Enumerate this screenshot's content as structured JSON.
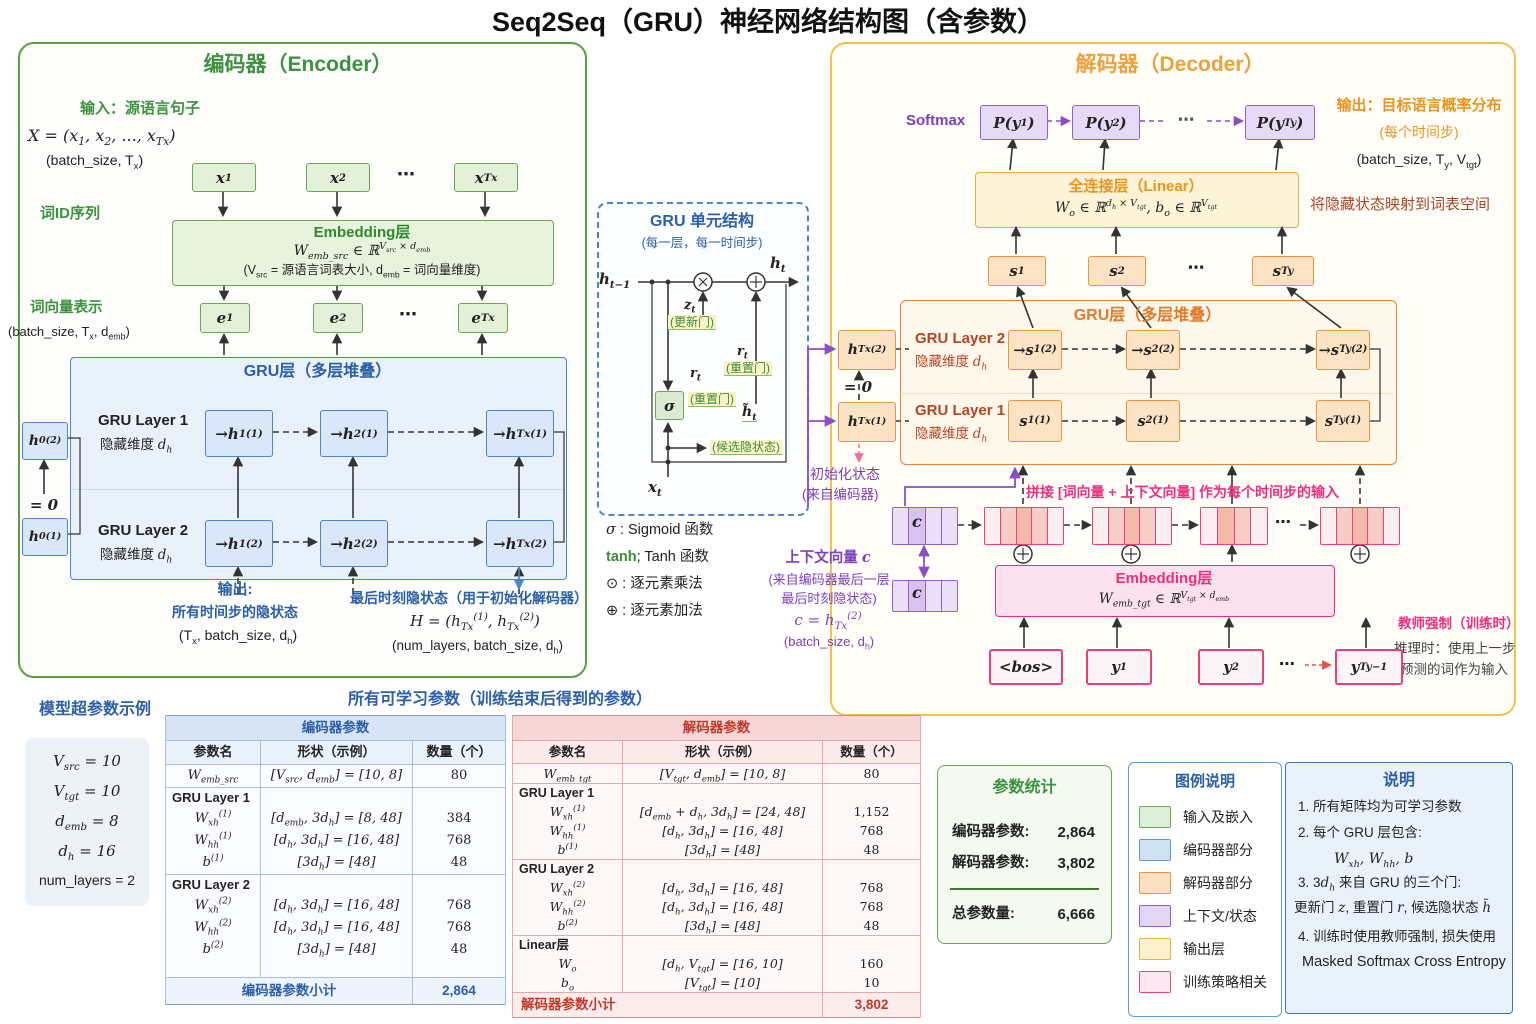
{
  "misc": {
    "dots": "⋯"
  },
  "title": "Seq2Seq（GRU）神经网络结构图（含参数）",
  "encoder": {
    "title": "编码器（Encoder）",
    "input_label": "输入：源语言句子",
    "input_formula": "X = (x<sub>1</sub>, x<sub>2</sub>, ..., x<sub>Tx</sub>)",
    "input_shape": "(batch_size, T<sub>x</sub>)",
    "word_id_label": "词ID序列",
    "x_boxes": [
      "x<sub>1</sub>",
      "x<sub>2</sub>",
      "x<sub>Tx</sub>"
    ],
    "embedding_title": "Embedding层",
    "embedding_formula": "W<sub>emb_src</sub> ∈ ℝ<sup>V<sub>src</sub> × d<sub>emb</sub></sup>",
    "embedding_note": "(V<sub>src</sub> = 源语言词表大小, d<sub>emb</sub> = 词向量维度)",
    "wordvec_label": "词向量表示",
    "wordvec_shape": "(batch_size, T<sub>x</sub>, d<sub>emb</sub>)",
    "e_boxes": [
      "e<sub>1</sub>",
      "e<sub>2</sub>",
      "e<sub>Tx</sub>"
    ],
    "gru_title": "GRU层（多层堆叠）",
    "layer1_label": "GRU Layer 1",
    "layer1_dim": "隐藏维度 <span class='m'>d<sub>h</sub></span>",
    "layer2_label": "GRU Layer 2",
    "layer2_dim": "隐藏维度 <span class='m'>d<sub>h</sub></span>",
    "row1": [
      "→h<sub>1</sub><sup>(1)</sup>",
      "→h<sub>2</sub><sup>(1)</sup>",
      "→h<sub>Tx</sub><sup>(1)</sup>"
    ],
    "row2": [
      "→h<sub>1</sub><sup>(2)</sup>",
      "→h<sub>2</sub><sup>(2)</sup>",
      "→h<sub>Tx</sub><sup>(2)</sup>"
    ],
    "h0_top": "h<sub>0</sub><sup>(2)</sup>",
    "zero": "= 0",
    "h0_bottom": "h<sub>0</sub><sup>(1)</sup>",
    "output_title": "输出:",
    "output_line": "所有时间步的隐状态",
    "output_shape": "(T<sub>x</sub>, batch_size, d<sub>h</sub>)",
    "final_label": "最后时刻隐状态（用于初始化解码器）",
    "final_formula": "H = (h<sub>Tx</sub><sup>(1)</sup>, h<sub>Tx</sub><sup>(2)</sup>)",
    "final_shape": "(num_layers, batch_size, d<sub>h</sub>)"
  },
  "gru_cell": {
    "title": "GRU 单元结构",
    "subtitle": "(每一层，每一时间步)",
    "h_prev": "h<sub>t−1</sub>",
    "h_t": "h<sub>t</sub>",
    "x_t": "x<sub>t</sub>",
    "sigma": "σ",
    "z_label": "z<sub>t</sub>",
    "z_gate": "(更新门)",
    "r_label": "r<sub>t</sub>",
    "r_gate": "(重置门)",
    "h_tilde": "h̃<sub>t</sub>",
    "cand_label": "(候选隐状态)",
    "legend": [
      "<span class='m'>σ</span> : Sigmoid 函数",
      "<span class='tanh'>tanh</span>; Tanh 函数",
      "⊙ : 逐元素乘法",
      "⊕ : 逐元素加法"
    ]
  },
  "context": {
    "init_label1": "初始化状态",
    "init_label2": "(来自编码器)",
    "title": "上下文向量 <span class='m'>c</span>",
    "note1": "(来自编码器最后一层",
    "note2": "最后时刻隐状态)",
    "formula": "c = h<sub>Tx</sub><sup>(2)</sup>",
    "shape": "(batch_size, d<sub>h</sub>)",
    "c_label": "c"
  },
  "decoder": {
    "title": "解码器（Decoder）",
    "softmax_label": "Softmax",
    "p_boxes": [
      "P(y<sub>1</sub>)",
      "P(y<sub>2</sub>)",
      "P(y<sub>Ty</sub>)"
    ],
    "output_label": "输出：目标语言概率分布",
    "output_note": "(每个时间步)",
    "output_shape": "(batch_size, T<sub>y</sub>, V<sub>tgt</sub>)",
    "linear_title": "全连接层（Linear）",
    "linear_formula": "W<sub>o</sub> ∈ ℝ<sup>d<sub>h</sub> × V<sub>tgt</sub></sup>, b<sub>o</sub> ∈ ℝ<sup>V<sub>tgt</sub></sup>",
    "mapping_note": "将隐藏状态映射到词表空间",
    "s_boxes": [
      "s<sub>1</sub>",
      "s<sub>2</sub>",
      "s<sub>Ty</sub>"
    ],
    "gru_title": "GRU层（多层堆叠）",
    "layer2_label": "GRU Layer 2",
    "layer2_dim": "隐藏维度 <span class='m'>d<sub>h</sub></span>",
    "layer1_label": "GRU Layer 1",
    "layer1_dim": "隐藏维度 <span class='m'>d<sub>h</sub></span>",
    "row2": [
      "→s<sub>1</sub><sup>(2)</sup>",
      "→s<sub>2</sub><sup>(2)</sup>",
      "→s<sub>Ty</sub><sup>(2)</sup>"
    ],
    "row1": [
      "s<sub>1</sub><sup>(1)</sup>",
      "s<sub>2</sub><sup>(1)</sup>",
      "s<sub>Ty</sub><sup>(1)</sup>"
    ],
    "h_top": "h<sub>Tx</sub><sup>(2)</sup>",
    "zero": "= 0",
    "h_bottom": "h<sub>Tx</sub><sup>(1)</sup>",
    "concat_note": "拼接 [词向量 + 上下文向量] 作为每个时间步的输入",
    "embedding_title": "Embedding层",
    "embedding_formula": "W<sub>emb_tgt</sub> ∈ ℝ<sup>V<sub>tgt</sub> × d<sub>emb</sub></sup>",
    "teacher_note": "教师强制（训练时）",
    "infer_note1": "推理时：使用上一步",
    "infer_note2": "预测的词作为输入",
    "y_boxes": [
      "&lt;bos&gt;",
      "y<sub>1</sub>",
      "y<sub>2</sub>",
      "y<sub>Ty−1</sub>"
    ]
  },
  "hyperparams": {
    "title": "模型超参数示例",
    "items": [
      "V<sub>src</sub> = 10",
      "V<sub>tgt</sub> = 10",
      "d<sub>emb</sub> = 8",
      "d<sub>h</sub> = 16",
      "num_layers = 2"
    ]
  },
  "params_header": "所有可学习参数（训练结束后得到的参数）",
  "encoder_table": {
    "title": "编码器参数",
    "col_name": "参数名",
    "col_shape": "形状（示例）",
    "col_count": "数量（个）",
    "r1": {
      "name": "W<sub>emb_src</sub>",
      "shape": "[V<sub>src</sub>, d<sub>emb</sub>] = [10, 8]",
      "count": "80"
    },
    "g1_label": "GRU Layer 1",
    "g1": [
      {
        "name": "W<sub>xh</sub><sup>(1)</sup>",
        "shape": "[d<sub>emb</sub>, 3d<sub>h</sub>] = [8, 48]",
        "count": "384"
      },
      {
        "name": "W<sub>hh</sub><sup>(1)</sup>",
        "shape": "[d<sub>h</sub>, 3d<sub>h</sub>] = [16, 48]",
        "count": "768"
      },
      {
        "name": "b<sup>(1)</sup>",
        "shape": "[3d<sub>h</sub>] = [48]",
        "count": "48"
      }
    ],
    "g2_label": "GRU Layer 2",
    "g2": [
      {
        "name": "W<sub>xh</sub><sup>(2)</sup>",
        "shape": "[d<sub>h</sub>, 3d<sub>h</sub>] = [16, 48]",
        "count": "768"
      },
      {
        "name": "W<sub>hh</sub><sup>(2)</sup>",
        "shape": "[d<sub>h</sub>, 3d<sub>h</sub>] = [16, 48]",
        "count": "768"
      },
      {
        "name": "b<sup>(2)</sup>",
        "shape": "[3d<sub>h</sub>] = [48]",
        "count": "48"
      }
    ],
    "subtotal_label": "编码器参数小计",
    "subtotal": "2,864"
  },
  "decoder_table": {
    "title": "解码器参数",
    "col_name": "参数名",
    "col_shape": "形状（示例）",
    "col_count": "数量（个）",
    "r1": {
      "name": "W<sub>emb_tgt</sub>",
      "shape": "[V<sub>tgt</sub>, d<sub>emb</sub>] = [10, 8]",
      "count": "80"
    },
    "g1_label": "GRU Layer 1",
    "g1": [
      {
        "name": "W<sub>xh</sub><sup>(1)</sup>",
        "shape": "[d<sub>emb</sub> + d<sub>h</sub>, 3d<sub>h</sub>] = [24, 48]",
        "count": "1,152"
      },
      {
        "name": "W<sub>hh</sub><sup>(1)</sup>",
        "shape": "[d<sub>h</sub>, 3d<sub>h</sub>] = [16, 48]",
        "count": "768"
      },
      {
        "name": "b<sup>(1)</sup>",
        "shape": "[3d<sub>h</sub>] = [48]",
        "count": "48"
      }
    ],
    "g2_label": "GRU Layer 2",
    "g2": [
      {
        "name": "W<sub>xh</sub><sup>(2)</sup>",
        "shape": "[d<sub>h</sub>, 3d<sub>h</sub>] = [16, 48]",
        "count": "768"
      },
      {
        "name": "W<sub>hh</sub><sup>(2)</sup>",
        "shape": "[d<sub>h</sub>, 3d<sub>h</sub>] = [16, 48]",
        "count": "768"
      },
      {
        "name": "b<sup>(2)</sup>",
        "shape": "[3d<sub>h</sub>] = [48]",
        "count": "48"
      }
    ],
    "g3_label": "Linear层",
    "g3": [
      {
        "name": "W<sub>o</sub>",
        "shape": "[d<sub>h</sub>, V<sub>tgt</sub>] = [16, 10]",
        "count": "160"
      },
      {
        "name": "b<sub>o</sub>",
        "shape": "[V<sub>tgt</sub>] = [10]",
        "count": "10"
      }
    ],
    "subtotal_label": "解码器参数小计",
    "subtotal": "3,802"
  },
  "stats": {
    "title": "参数统计",
    "rows": [
      {
        "label": "编码器参数:",
        "value": "2,864"
      },
      {
        "label": "解码器参数:",
        "value": "3,802"
      }
    ],
    "total_label": "总参数量:",
    "total_value": "6,666"
  },
  "legend": {
    "title": "图例说明",
    "items": [
      {
        "label": "输入及嵌入",
        "style": "background:#dcefd8;border-color:#6aa84f"
      },
      {
        "label": "编码器部分",
        "style": "background:#cfe2f3;border-color:#5b9bd5"
      },
      {
        "label": "解码器部分",
        "style": "background:#fbe0c3;border-color:#e8953f"
      },
      {
        "label": "上下文/状态",
        "style": "background:#e3d5f5;border-color:#9260ce"
      },
      {
        "label": "输出层",
        "style": "background:#fdf2cc;border-color:#e2b53e"
      },
      {
        "label": "训练策略相关",
        "style": "background:#fce8f0;border-color:#e8467c"
      }
    ]
  },
  "notes": {
    "title": "说明",
    "lines": [
      "1.  所有矩阵均为可学习参数",
      "2.  每个 GRU 层包含:",
      "<span class='m'>W<sub>xh</sub>, W<sub>hh</sub>, b</span>",
      "3.  3<span class='m'>d<sub>h</sub></span> 来自 GRU 的三个门:",
      "更新门 <span class='m'>z</span>, 重置门 <span class='m'>r</span>, 候选隐状态 <span class='m'>h̃</span>",
      "4.  训练时使用教师强制, 损失使用",
      "Masked Softmax Cross Entropy"
    ]
  }
}
